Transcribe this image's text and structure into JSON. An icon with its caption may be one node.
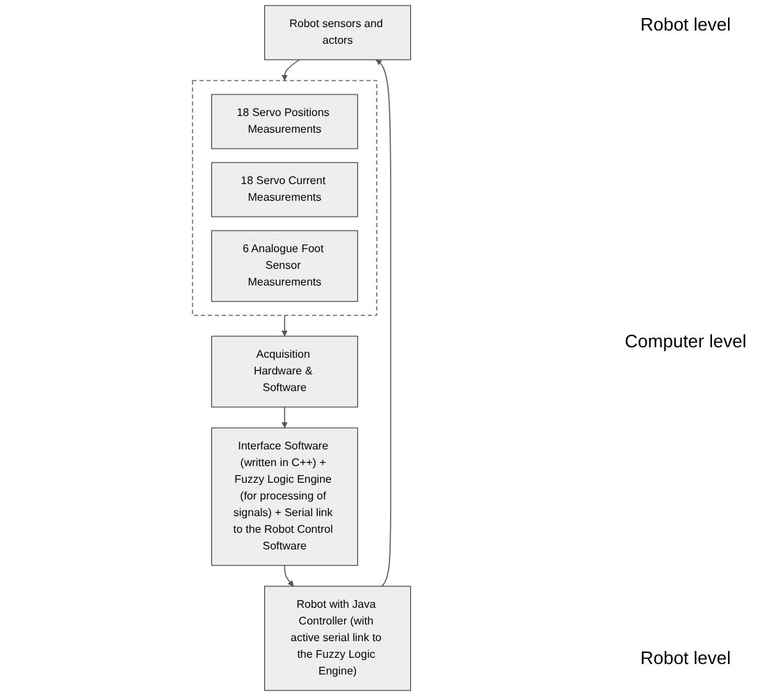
{
  "diagram": {
    "nodes": [
      {
        "text": [
          "Robot sensors and actors"
        ]
      },
      {
        "text": [],
        "shape": "box"
      },
      {
        "text": [
          "18 Servo Positions Measurements"
        ],
        "in": 1
      },
      {
        "text": [
          "18 Servo Current Measurements"
        ],
        "in": 1
      },
      {
        "text": [
          "6 Analogue Foot Sensor Measurements"
        ],
        "in": 1
      },
      {
        "text": [
          "Acquisition Hardware & Software"
        ]
      },
      {
        "text": [
          "Interface Software (written in C++) + Fuzzy Logic Engine (for processing of signals) + Serial link to the Robot Control Software"
        ]
      },
      {
        "text": [
          "Robot with Java Controller (with active serial link to the Fuzzy Logic Engine)"
        ]
      }
    ],
    "edges": [
      {
        "from": 0,
        "to": 1,
        "arrow": "to"
      },
      {
        "from": 1,
        "to": 5,
        "arrow": "to"
      },
      {
        "from": 5,
        "to": 6,
        "arrow": "to"
      },
      {
        "from": 6,
        "to": 7,
        "arrow": "to"
      },
      {
        "from": 7,
        "to": 0,
        "arrow": "to"
      }
    ],
    "labels": [
      "Robot level",
      "Computer level",
      "Robot level"
    ]
  }
}
